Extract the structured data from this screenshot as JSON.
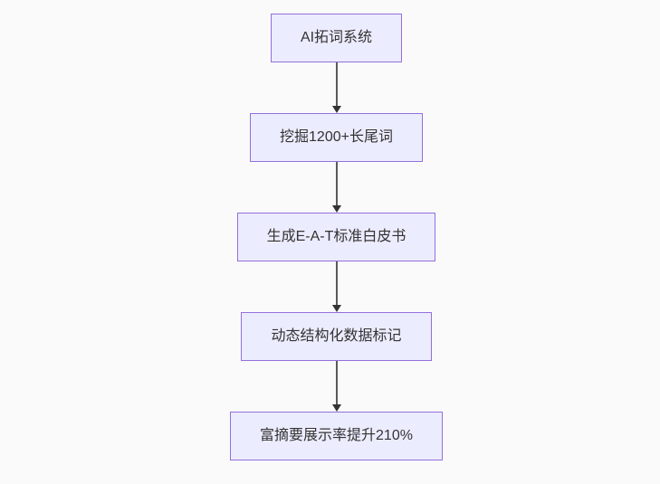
{
  "theme": {
    "page-bg": "#fafafa",
    "node-fill": "#ECECFF",
    "node-border": "#9370DB",
    "node-text": "#333333",
    "edge-line": "#5a5a5a",
    "edge-arrowhead": "#333333"
  },
  "flowchart": {
    "type": "flowchart",
    "direction": "top-down",
    "nodes": [
      {
        "label": "AI拓词系统"
      },
      {
        "label": "挖掘1200+长尾词"
      },
      {
        "label": "生成E-A-T标准白皮书"
      },
      {
        "label": "动态结构化数据标记"
      },
      {
        "label": "富摘要展示率提升210%"
      }
    ],
    "edges": [
      {
        "from": 0,
        "to": 1,
        "style": "arrow-down"
      },
      {
        "from": 1,
        "to": 2,
        "style": "arrow-down"
      },
      {
        "from": 2,
        "to": 3,
        "style": "arrow-down"
      },
      {
        "from": 3,
        "to": 4,
        "style": "arrow-down"
      }
    ]
  }
}
